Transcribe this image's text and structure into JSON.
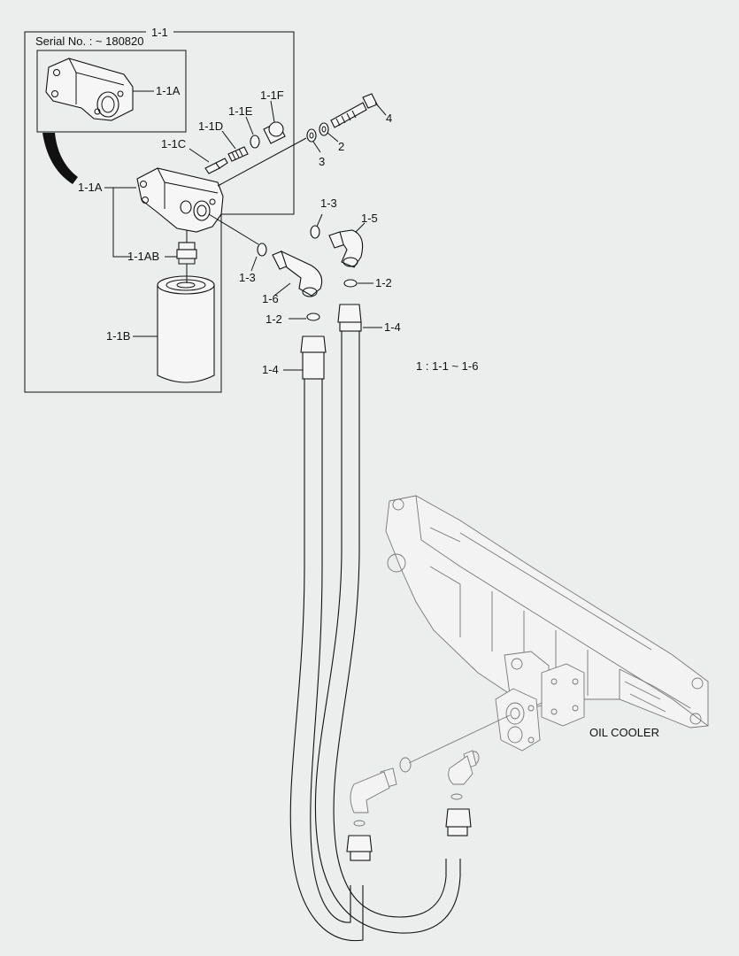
{
  "labels": {
    "group": "1-1",
    "serial": "Serial No. : ~ 180820",
    "inset_1_1a": "1-1A",
    "p_1_1a": "1-1A",
    "p_1_1ab": "1-1AB",
    "p_1_1b": "1-1B",
    "p_1_1c": "1-1C",
    "p_1_1d": "1-1D",
    "p_1_1e": "1-1E",
    "p_1_1f": "1-1F",
    "p_4": "4",
    "p_2": "2",
    "p_3": "3",
    "p_1_3_top": "1-3",
    "p_1_5": "1-5",
    "p_1_3_left": "1-3",
    "p_1_6": "1-6",
    "p_1_2_right": "1-2",
    "p_1_2_left": "1-2",
    "p_1_4_right": "1-4",
    "p_1_4_left": "1-4",
    "legend": "1  : 1-1 ~ 1-6",
    "oil_cooler": "OIL COOLER"
  }
}
